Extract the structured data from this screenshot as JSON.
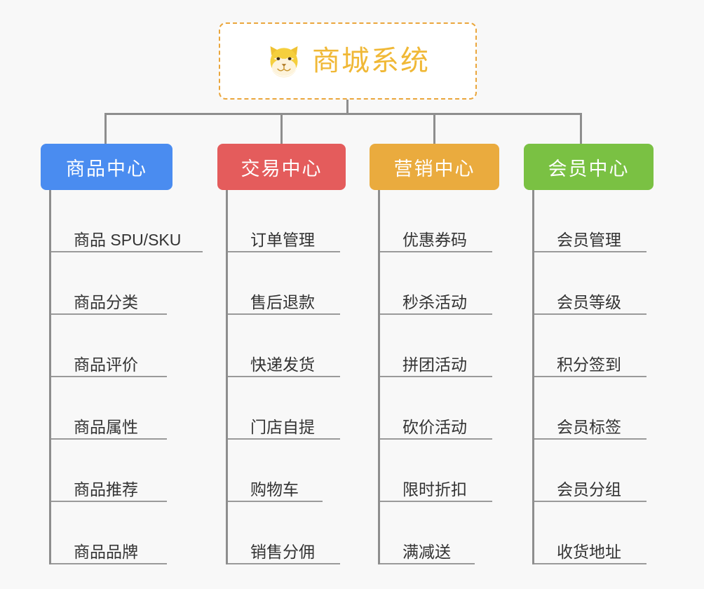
{
  "background_color": "#f8f8f8",
  "root": {
    "title": "商城系统",
    "icon": "shiba-dog-face-icon",
    "text_color": "#f0b836",
    "border_color": "#eaa63c"
  },
  "connector_color": "#8e8e8e",
  "columns": [
    {
      "label": "商品中心",
      "color": "#4a8cf0",
      "items": [
        "商品 SPU/SKU",
        "商品分类",
        "商品评价",
        "商品属性",
        "商品推荐",
        "商品品牌"
      ]
    },
    {
      "label": "交易中心",
      "color": "#e45c5c",
      "items": [
        "订单管理",
        "售后退款",
        "快递发货",
        "门店自提",
        "购物车",
        "销售分佣"
      ]
    },
    {
      "label": "营销中心",
      "color": "#eaab3e",
      "items": [
        "优惠券码",
        "秒杀活动",
        "拼团活动",
        "砍价活动",
        "限时折扣",
        "满减送"
      ]
    },
    {
      "label": "会员中心",
      "color": "#7ac143",
      "items": [
        "会员管理",
        "会员等级",
        "积分签到",
        "会员标签",
        "会员分组",
        "收货地址"
      ]
    }
  ]
}
